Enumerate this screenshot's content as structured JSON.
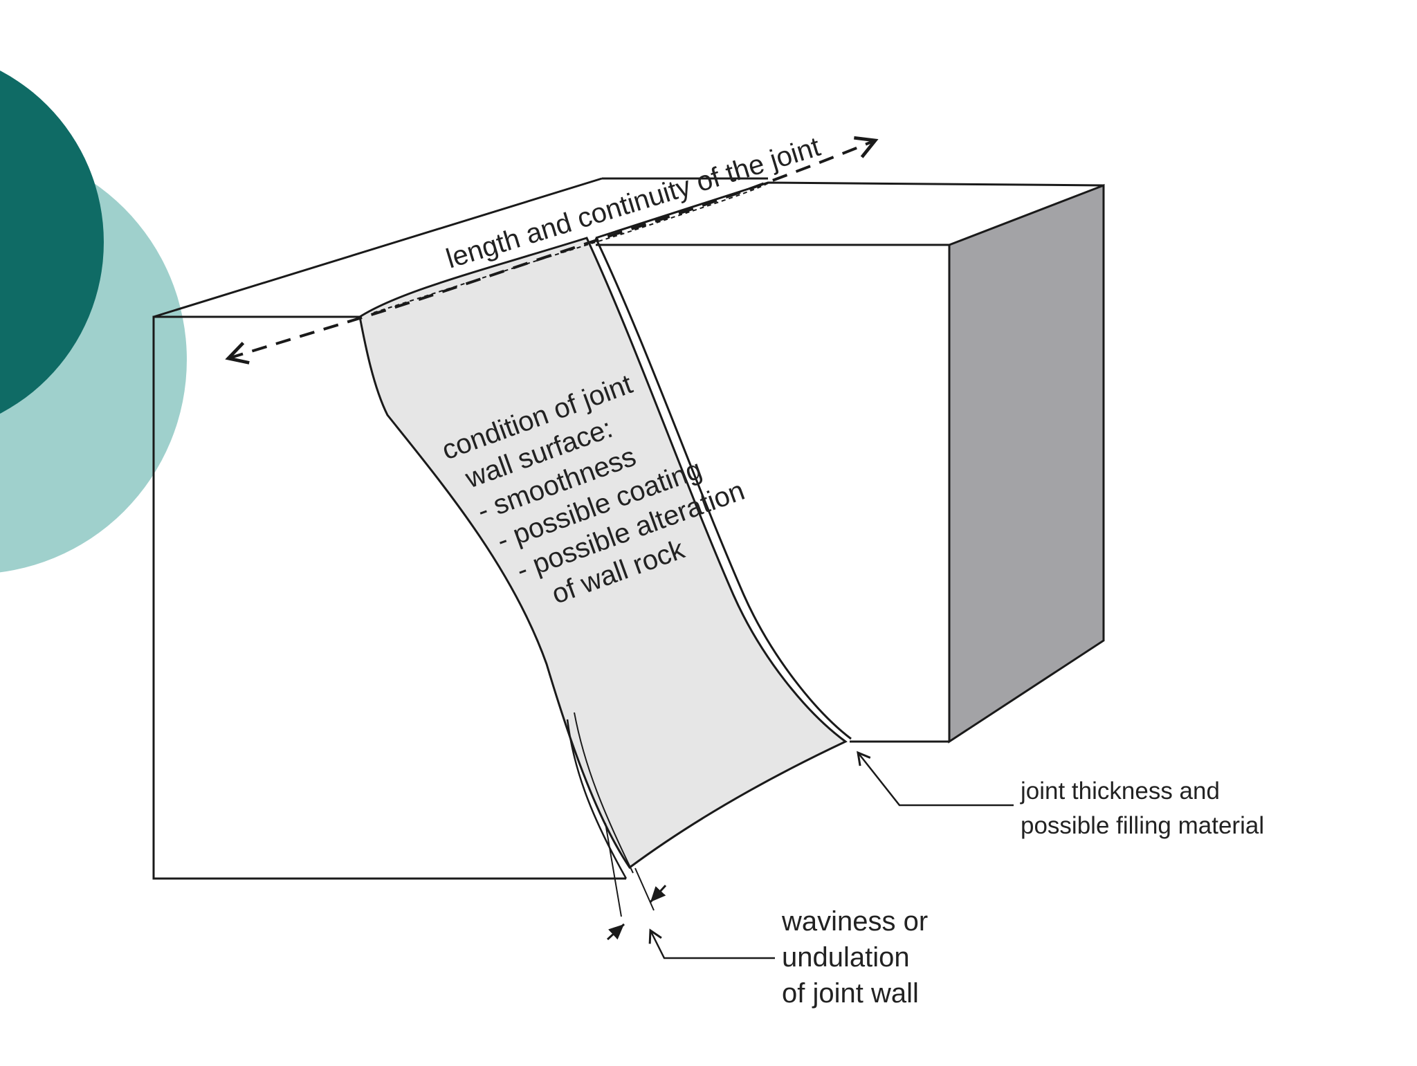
{
  "colors": {
    "background": "#ffffff",
    "accent_dark": "#0f6b65",
    "accent_light": "#9fd0cc",
    "block_shade": "#a3a3a6",
    "joint_surface": "#e6e6e6",
    "line": "#1a1a1a"
  },
  "diagram": {
    "length_label": "length and continuity of the joint",
    "condition_lines": [
      "condition of joint",
      "wall surface:",
      "- smoothness",
      "- possible coating",
      "- possible alteration",
      "of wall rock"
    ],
    "thickness_lines": [
      "joint thickness and",
      "possible filling material"
    ],
    "waviness_lines": [
      "waviness or",
      "undulation",
      "of joint wall"
    ]
  }
}
